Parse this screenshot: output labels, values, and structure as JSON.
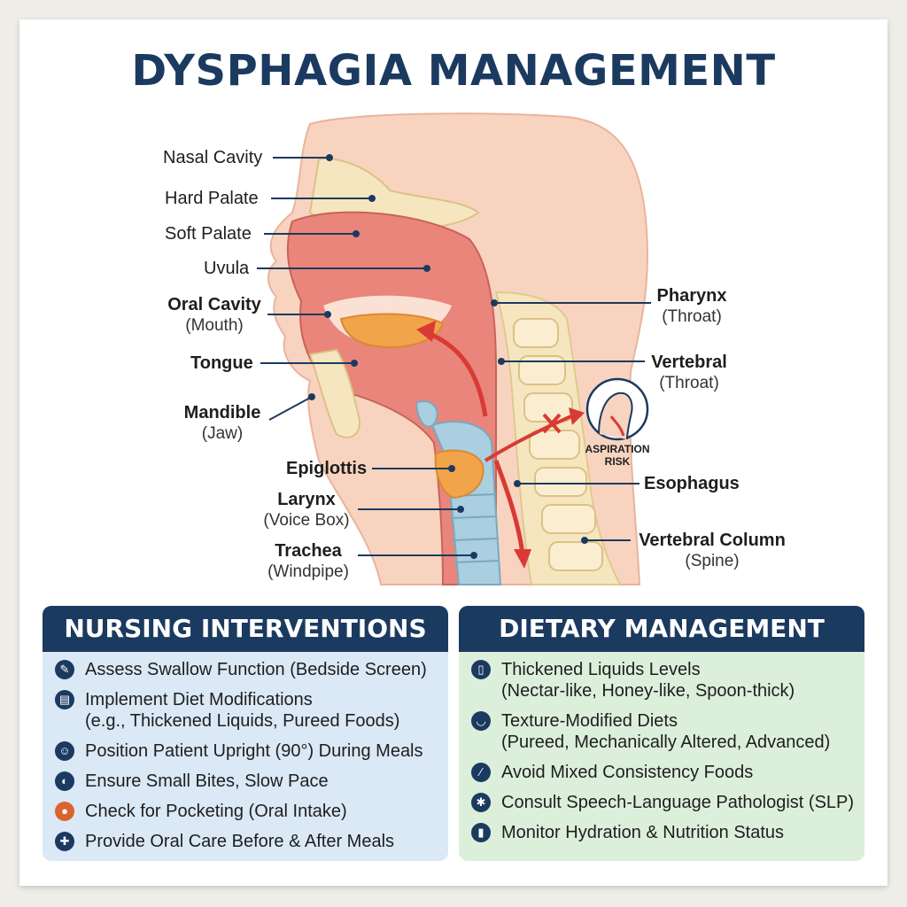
{
  "title": "DYSPHAGIA MANAGEMENT",
  "labels": {
    "nasal_cavity": "Nasal Cavity",
    "hard_palate": "Hard Palate",
    "soft_palate": "Soft Palate",
    "uvula": "Uvula",
    "oral_cavity": "Oral Cavity",
    "oral_cavity_sub": "(Mouth)",
    "tongue": "Tongue",
    "mandible": "Mandible",
    "mandible_sub": "(Jaw)",
    "epiglottis": "Epiglottis",
    "larynx": "Larynx",
    "larynx_sub": "(Voice Box)",
    "trachea": "Trachea",
    "trachea_sub": "(Windpipe)",
    "pharynx": "Pharynx",
    "pharynx_sub": "(Throat)",
    "vertebral": "Vertebral",
    "vertebral_sub": "(Throat)",
    "esophagus": "Esophagus",
    "vertebral_column": "Vertebral Column",
    "vertebral_column_sub": "(Spine)",
    "aspiration_risk": "ASPIRATION RISK"
  },
  "nursing": {
    "heading": "NURSING INTERVENTIONS",
    "items": [
      {
        "text": "Assess Swallow Function (Bedside Screen)",
        "sub": "",
        "icon": "assess-icon"
      },
      {
        "text": "Implement Diet Modifications",
        "sub": "(e.g., Thickened Liquids, Pureed Foods)",
        "icon": "diet-tray-icon"
      },
      {
        "text": "Position Patient Upright (90°) During Meals",
        "sub": "",
        "icon": "upright-person-icon"
      },
      {
        "text": "Ensure Small Bites, Slow Pace",
        "sub": "",
        "icon": "spoon-icon"
      },
      {
        "text": "Check for Pocketing (Oral Intake)",
        "sub": "",
        "icon": "pill-icon"
      },
      {
        "text": "Provide Oral Care Before & After Meals",
        "sub": "",
        "icon": "oral-care-icon"
      }
    ]
  },
  "diet": {
    "heading": "DIETARY MANAGEMENT",
    "items": [
      {
        "text": "Thickened Liquids Levels",
        "sub": "(Nectar-like, Honey-like, Spoon-thick)",
        "icon": "cup-icon"
      },
      {
        "text": "Texture-Modified Diets",
        "sub": "(Pureed, Mechanically Altered, Advanced)",
        "icon": "bowl-icon"
      },
      {
        "text": "Avoid Mixed Consistency Foods",
        "sub": "",
        "icon": "no-mix-icon"
      },
      {
        "text": "Consult Speech-Language Pathologist (SLP)",
        "sub": "",
        "icon": "specialist-icon"
      },
      {
        "text": "Monitor Hydration & Nutrition Status",
        "sub": "",
        "icon": "bottle-icon"
      }
    ]
  },
  "colors": {
    "navy": "#1b3a5f",
    "skin": "#f8d4c0",
    "tissue": "#e9857a",
    "bone": "#f5e6bf",
    "trachea": "#a9cfe0",
    "tongue": "#f2a44a",
    "arrow": "#d93a34"
  }
}
